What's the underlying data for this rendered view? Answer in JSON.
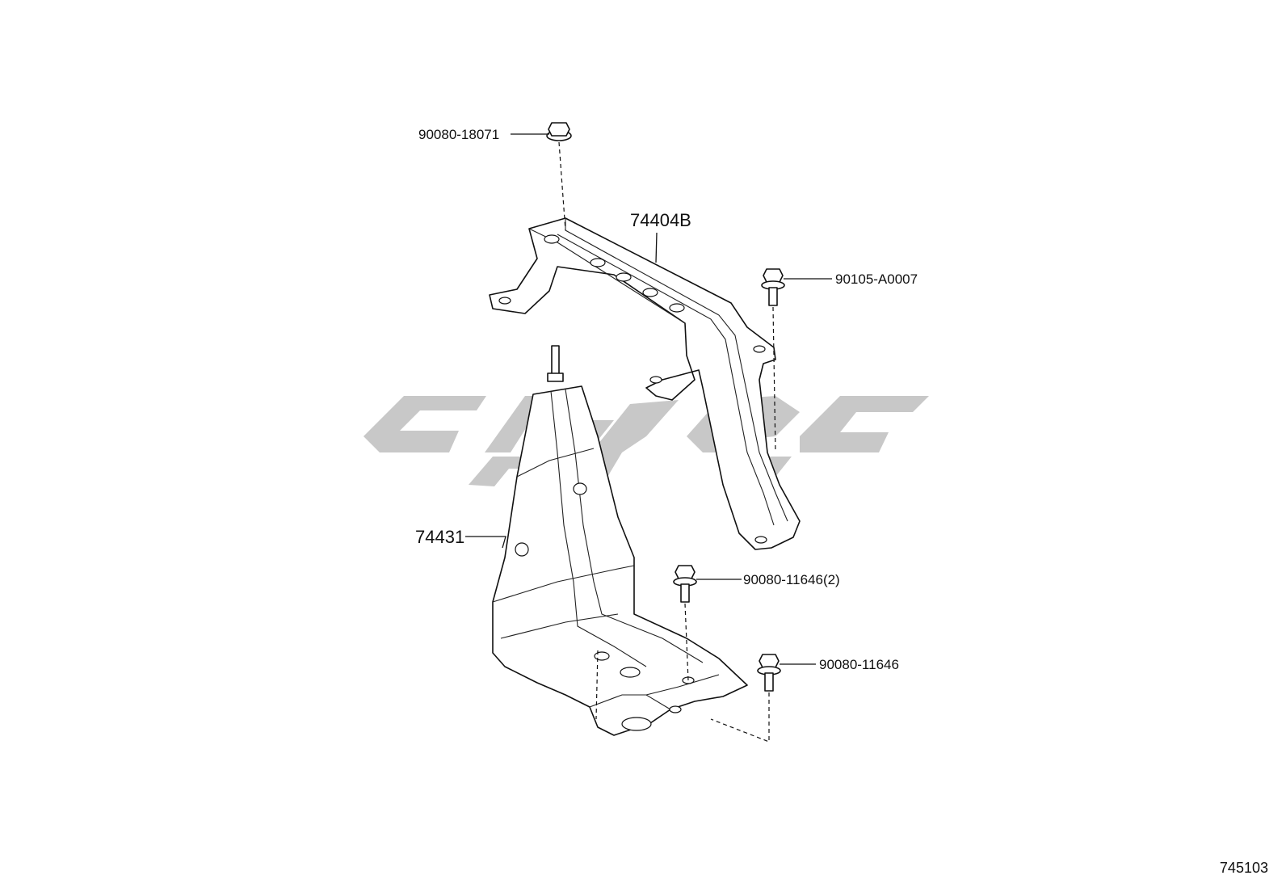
{
  "diagram_id": "745103",
  "callouts": {
    "nut_top": "90080-18071",
    "bracket": "74404B",
    "bolt_right": "90105-A0007",
    "cover": "74431",
    "bolt_mid": "90080-11646(2)",
    "bolt_low": "90080-11646"
  },
  "watermark_color": "#c8c8c8"
}
